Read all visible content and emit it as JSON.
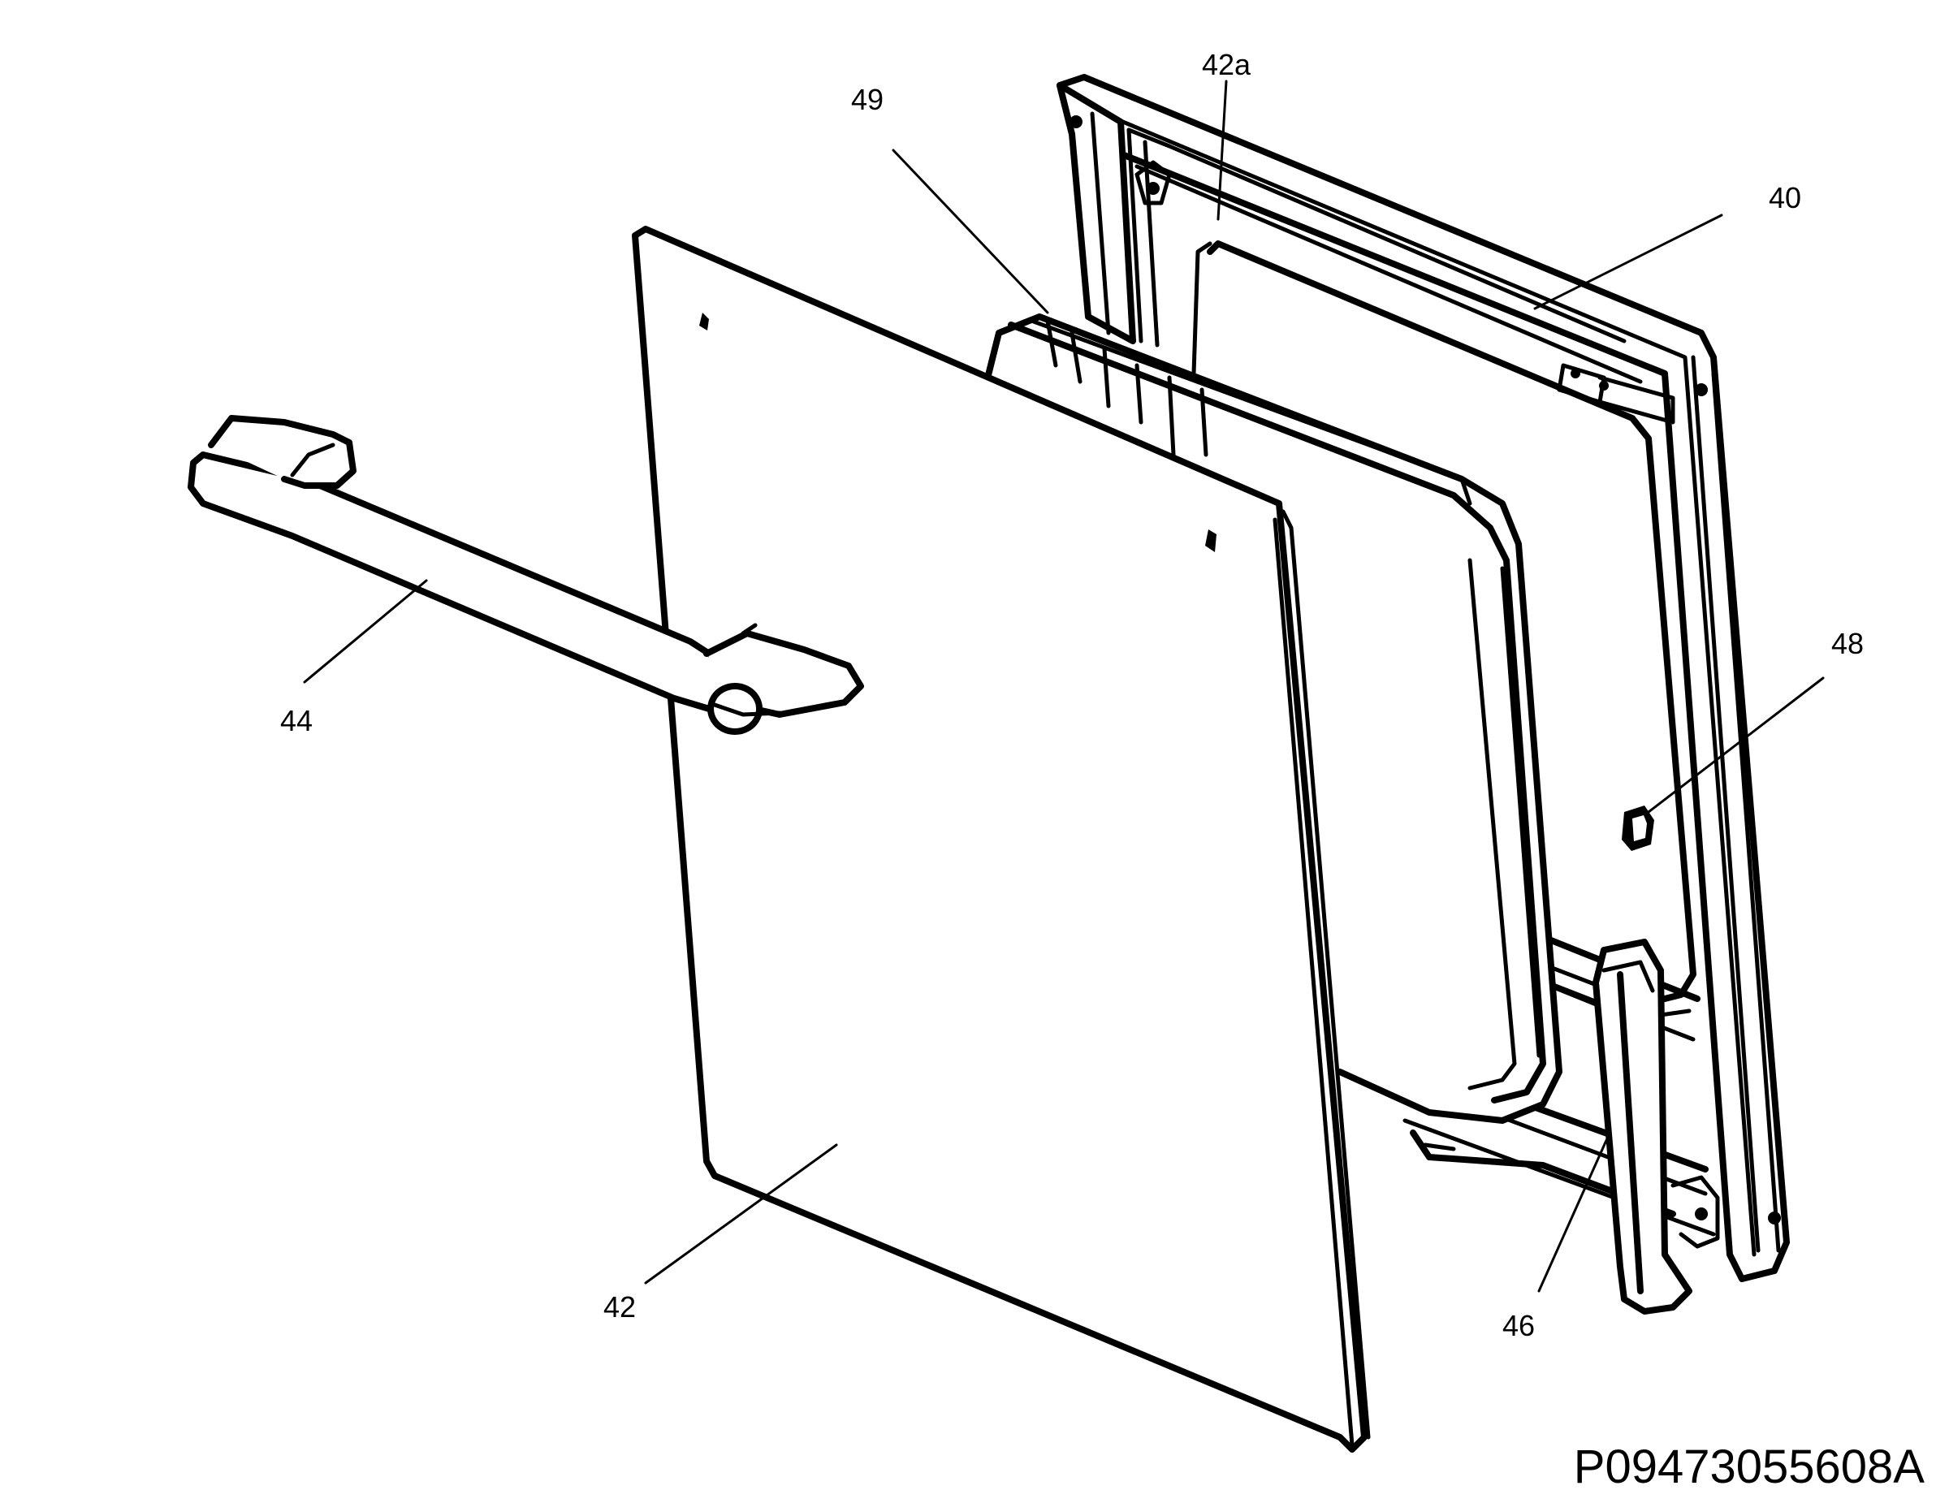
{
  "callouts": {
    "door_frame": "40",
    "front_glass": "42",
    "top_trim": "42a",
    "handle": "44",
    "hinge": "46",
    "screw": "48",
    "inner_panel": "49"
  },
  "drawing_code": "P09473055608A"
}
